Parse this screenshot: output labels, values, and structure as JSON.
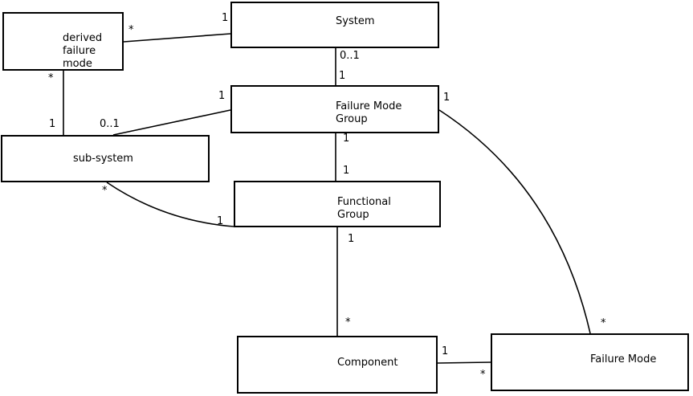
{
  "diagram": {
    "type": "uml-entity-relationship",
    "entities": [
      {
        "id": "derived-failure-mode",
        "label": "derived\nfailure\nmode"
      },
      {
        "id": "system",
        "label": "System"
      },
      {
        "id": "failure-mode-group",
        "label": "Failure Mode\nGroup"
      },
      {
        "id": "sub-system",
        "label": "sub-system"
      },
      {
        "id": "functional-group",
        "label": "Functional\nGroup"
      },
      {
        "id": "component",
        "label": "Component"
      },
      {
        "id": "failure-mode",
        "label": "Failure Mode"
      }
    ],
    "relations": [
      {
        "between": "System - derived failure mode",
        "mult_a": "1",
        "mult_b": "*"
      },
      {
        "between": "System - Failure Mode Group",
        "mult_a": "0..1",
        "mult_b": "1"
      },
      {
        "between": "derived failure mode - sub-system",
        "mult_a": "*",
        "mult_b": "1"
      },
      {
        "between": "Failure Mode Group - sub-system",
        "mult_a": "1",
        "mult_b": "0..1"
      },
      {
        "between": "Failure Mode Group - Functional Group",
        "mult_a": "1",
        "mult_b": "1"
      },
      {
        "between": "sub-system - Functional Group",
        "mult_a": "*",
        "mult_b": "1"
      },
      {
        "between": "Functional Group - Component",
        "mult_a": "1",
        "mult_b": "*"
      },
      {
        "between": "Component - Failure Mode",
        "mult_a": "1",
        "mult_b": "*"
      },
      {
        "between": "Failure Mode Group - Failure Mode",
        "mult_a": "1",
        "mult_b": "*"
      }
    ]
  },
  "colors": {
    "line": "#000000",
    "background": "#ffffff",
    "box_fill": "#ffffff"
  }
}
